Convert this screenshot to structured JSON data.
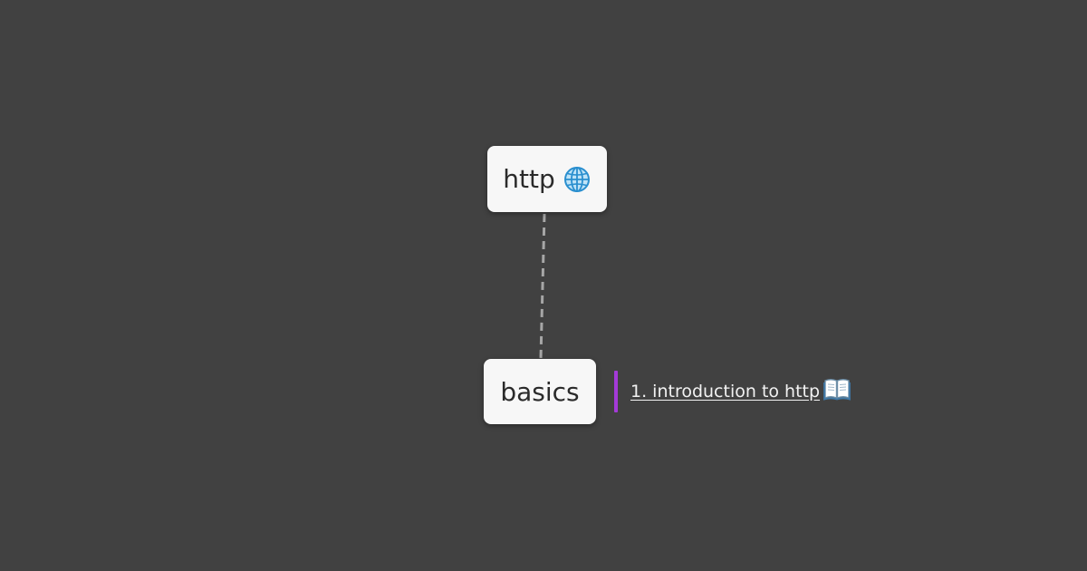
{
  "mindmap": {
    "root": {
      "label": "http",
      "icon": "globe-icon"
    },
    "children": [
      {
        "label": "basics",
        "leaves": [
          {
            "label": "1. introduction to http",
            "icon": "open-book-icon"
          }
        ]
      }
    ]
  },
  "colors": {
    "background": "#414141",
    "node_fill": "#f7f7f7",
    "node_text": "#2b2b2b",
    "connector": "#a6a6a6",
    "leaf_accent": "#a43ad8",
    "leaf_text": "#f2f2f2"
  }
}
